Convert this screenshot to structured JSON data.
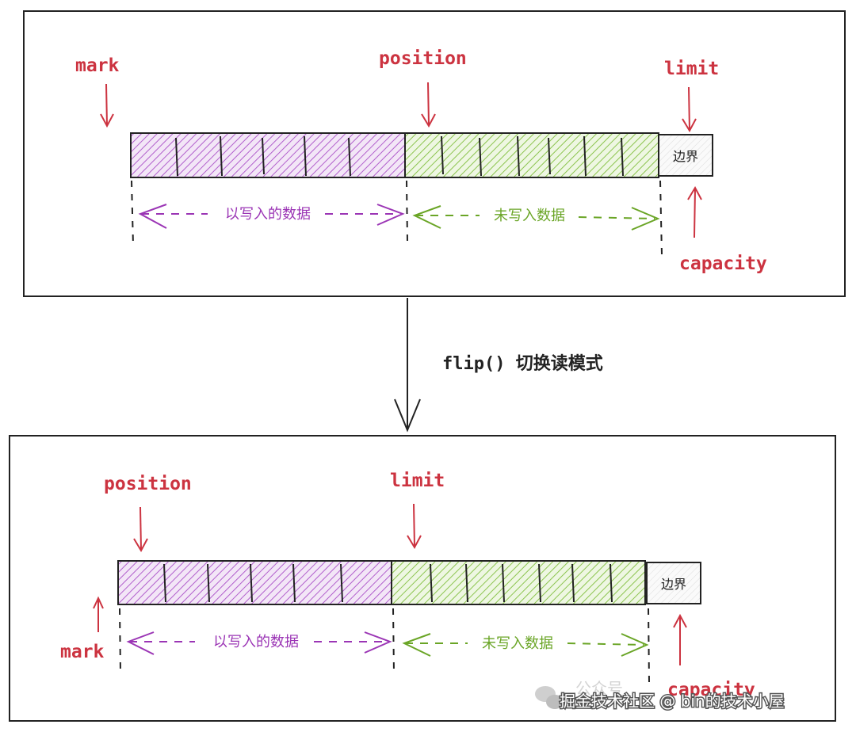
{
  "colors": {
    "pointer_red": "#cc3340",
    "written_purple": "#9b35b5",
    "unwritten_green": "#6aa526",
    "ink": "#222222"
  },
  "top_panel": {
    "labels": {
      "mark": "mark",
      "position": "position",
      "limit": "limit",
      "capacity": "capacity"
    },
    "written_range_label": "以写入的数据",
    "unwritten_range_label": "未写入数据",
    "boundary_label": "边界"
  },
  "transition": {
    "label": "flip() 切换读模式"
  },
  "bottom_panel": {
    "labels": {
      "position": "position",
      "limit": "limit",
      "mark": "mark",
      "capacity": "capacity"
    },
    "written_range_label": "以写入的数据",
    "unwritten_range_label": "未写入数据",
    "boundary_label": "边界"
  },
  "watermark": {
    "faint_text": "公众号",
    "text": "掘金技术社区 @ bin的技术小屋"
  }
}
